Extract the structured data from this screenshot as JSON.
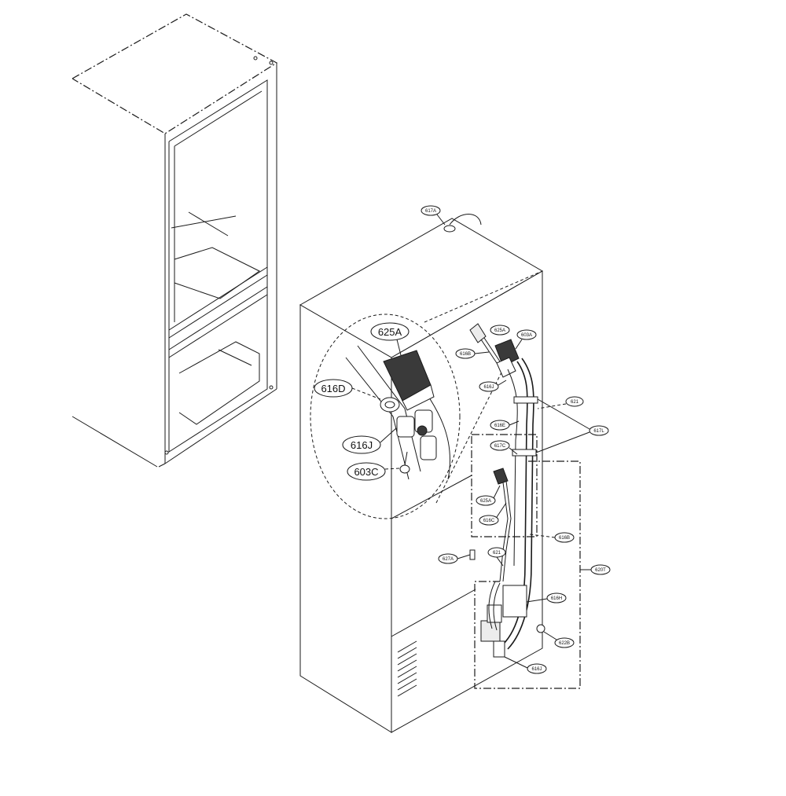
{
  "callouts": {
    "zoom": {
      "c625A": "625A",
      "c616D": "616D",
      "c616J": "616J",
      "c603C": "603C"
    },
    "main": {
      "c617A": "617A",
      "c625A_top": "625A",
      "c603A": "603A",
      "c616B": "616B",
      "c616J": "616J",
      "c621_top": "621",
      "c617L": "617L",
      "c616E": "616E",
      "c617C": "617C",
      "c625A_mid": "625A",
      "c616C": "616C",
      "c616B_mid": "616B",
      "c627A": "627A",
      "c621_mid": "621",
      "c620T": "620T",
      "c616H": "616H",
      "c622B": "622B",
      "c616J_bot": "616J"
    }
  }
}
